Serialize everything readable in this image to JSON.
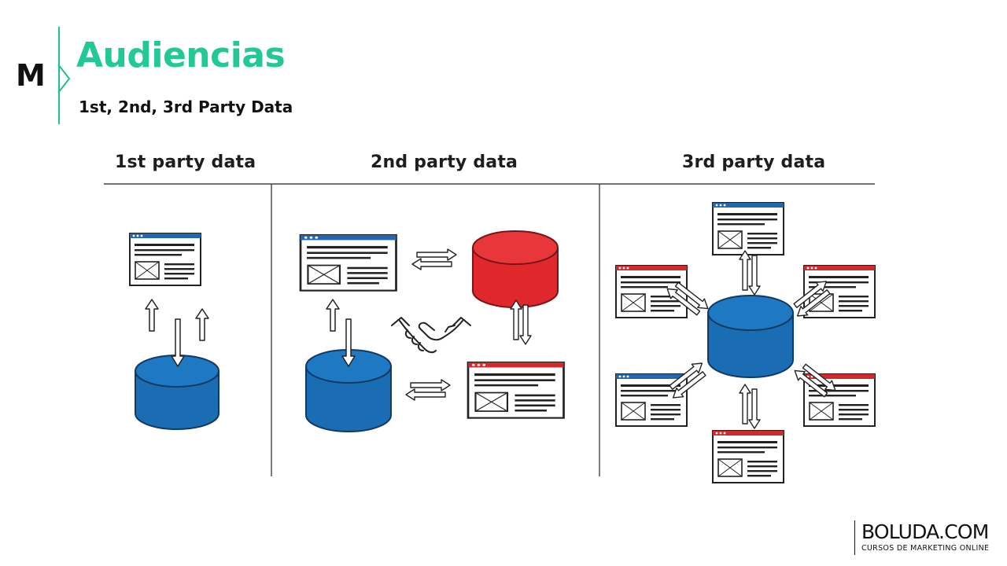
{
  "header": {
    "logo_letter": "M",
    "title": "Audiencias",
    "subtitle": "1st, 2nd, 3rd Party Data"
  },
  "columns": [
    {
      "title": "1st party data"
    },
    {
      "title": "2nd party data"
    },
    {
      "title": "3rd party data"
    }
  ],
  "footer": {
    "brand": "BOLUDA.COM",
    "tagline": "CURSOS DE MARKETING ONLINE"
  },
  "colors": {
    "accent": "#22c896",
    "database_blue": "#1a6db3",
    "database_red": "#e0282c",
    "window_bar_blue": "#2566ad",
    "window_bar_red": "#d12a2d"
  },
  "icons": [
    "website-window-icon",
    "database-icon",
    "handshake-icon",
    "bidirectional-arrow-icon"
  ]
}
